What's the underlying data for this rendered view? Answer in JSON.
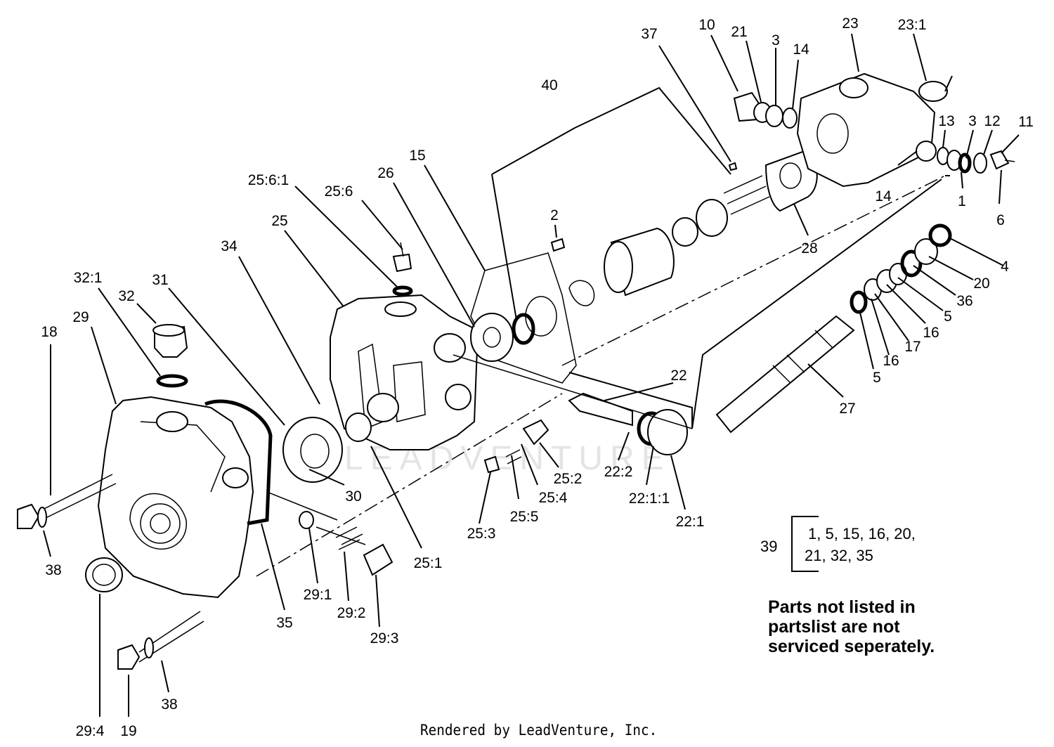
{
  "callouts": [
    {
      "id": "c10",
      "text": "10"
    },
    {
      "id": "c21",
      "text": "21"
    },
    {
      "id": "c3a",
      "text": "3"
    },
    {
      "id": "c14a",
      "text": "14"
    },
    {
      "id": "c23",
      "text": "23"
    },
    {
      "id": "c23_1",
      "text": "23:1"
    },
    {
      "id": "c37",
      "text": "37"
    },
    {
      "id": "c40",
      "text": "40"
    },
    {
      "id": "c13",
      "text": "13"
    },
    {
      "id": "c3b",
      "text": "3"
    },
    {
      "id": "c12",
      "text": "12"
    },
    {
      "id": "c11",
      "text": "11"
    },
    {
      "id": "c14b",
      "text": "14"
    },
    {
      "id": "c1",
      "text": "1"
    },
    {
      "id": "c6",
      "text": "6"
    },
    {
      "id": "c15",
      "text": "15"
    },
    {
      "id": "c26",
      "text": "26"
    },
    {
      "id": "c25_6_1",
      "text": "25:6:1"
    },
    {
      "id": "c25_6",
      "text": "25:6"
    },
    {
      "id": "c2",
      "text": "2"
    },
    {
      "id": "c28",
      "text": "28"
    },
    {
      "id": "c25",
      "text": "25"
    },
    {
      "id": "c34",
      "text": "34"
    },
    {
      "id": "c4",
      "text": "4"
    },
    {
      "id": "c20",
      "text": "20"
    },
    {
      "id": "c36",
      "text": "36"
    },
    {
      "id": "c5a",
      "text": "5"
    },
    {
      "id": "c16a",
      "text": "16"
    },
    {
      "id": "c17",
      "text": "17"
    },
    {
      "id": "c16b",
      "text": "16"
    },
    {
      "id": "c5b",
      "text": "5"
    },
    {
      "id": "c32_1",
      "text": "32:1"
    },
    {
      "id": "c31",
      "text": "31"
    },
    {
      "id": "c32",
      "text": "32"
    },
    {
      "id": "c29",
      "text": "29"
    },
    {
      "id": "c18",
      "text": "18"
    },
    {
      "id": "c22",
      "text": "22"
    },
    {
      "id": "c27",
      "text": "27"
    },
    {
      "id": "c30",
      "text": "30"
    },
    {
      "id": "c25_2",
      "text": "25:2"
    },
    {
      "id": "c22_2",
      "text": "22:2"
    },
    {
      "id": "c25_4",
      "text": "25:4"
    },
    {
      "id": "c22_1_1",
      "text": "22:1:1"
    },
    {
      "id": "c22_1",
      "text": "22:1"
    },
    {
      "id": "c25_5",
      "text": "25:5"
    },
    {
      "id": "c25_3",
      "text": "25:3"
    },
    {
      "id": "c25_1",
      "text": "25:1"
    },
    {
      "id": "c38a",
      "text": "38"
    },
    {
      "id": "c29_1",
      "text": "29:1"
    },
    {
      "id": "c29_2",
      "text": "29:2"
    },
    {
      "id": "c29_3",
      "text": "29:3"
    },
    {
      "id": "c35",
      "text": "35"
    },
    {
      "id": "c38b",
      "text": "38"
    },
    {
      "id": "c29_4",
      "text": "29:4"
    },
    {
      "id": "c19",
      "text": "19"
    }
  ],
  "kit": {
    "number": "39",
    "line1": "1, 5, 15, 16, 20,",
    "line2": "21, 32, 35"
  },
  "note": {
    "line1": "Parts not listed in",
    "line2": "partslist are not",
    "line3": "serviced seperately."
  },
  "watermark": "LEADVENTURE",
  "footer": "Rendered by LeadVenture, Inc."
}
